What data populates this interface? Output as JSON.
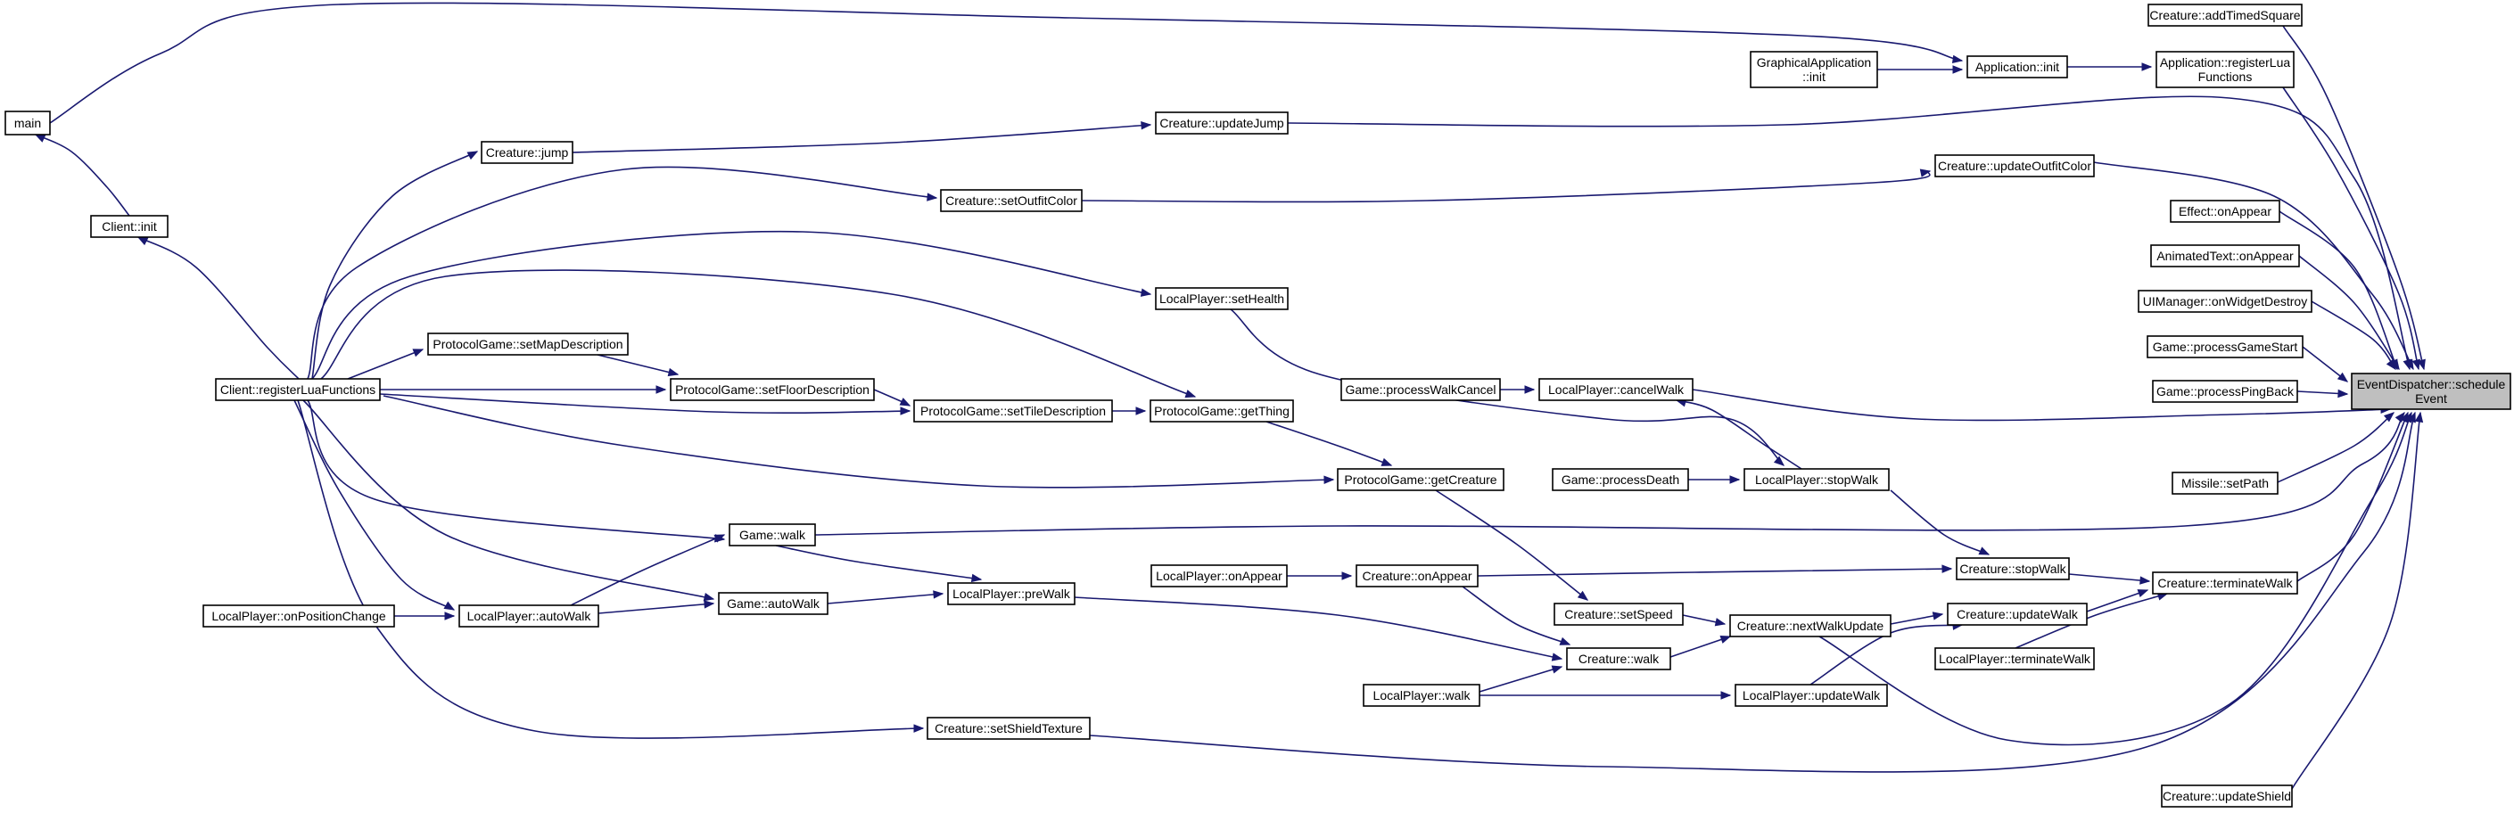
{
  "diagram": {
    "title": "",
    "edge_color": "#191970",
    "root_fill": "#bfbfbf",
    "node_fill": "#ffffff",
    "nodes": [
      {
        "id": "n0",
        "label": [
          "EventDispatcher::schedule",
          "Event"
        ],
        "root": true
      },
      {
        "id": "n1",
        "label": [
          "Creature::addTimedSquare"
        ]
      },
      {
        "id": "n2",
        "label": [
          "Application::registerLua",
          "Functions"
        ]
      },
      {
        "id": "n3",
        "label": [
          "Application::init"
        ]
      },
      {
        "id": "n4",
        "label": [
          "GraphicalApplication",
          "::init"
        ]
      },
      {
        "id": "n5",
        "label": [
          "main"
        ]
      },
      {
        "id": "n6",
        "label": [
          "Client::init"
        ]
      },
      {
        "id": "n7",
        "label": [
          "Client::registerLuaFunctions"
        ]
      },
      {
        "id": "n8",
        "label": [
          "Creature::updateJump"
        ]
      },
      {
        "id": "n9",
        "label": [
          "Creature::jump"
        ]
      },
      {
        "id": "n10",
        "label": [
          "Creature::updateOutfitColor"
        ]
      },
      {
        "id": "n11",
        "label": [
          "Creature::setOutfitColor"
        ]
      },
      {
        "id": "n12",
        "label": [
          "Effect::onAppear"
        ]
      },
      {
        "id": "n13",
        "label": [
          "AnimatedText::onAppear"
        ]
      },
      {
        "id": "n14",
        "label": [
          "UIManager::onWidgetDestroy"
        ]
      },
      {
        "id": "n15",
        "label": [
          "Game::processGameStart"
        ]
      },
      {
        "id": "n16",
        "label": [
          "Game::processPingBack"
        ]
      },
      {
        "id": "n17",
        "label": [
          "LocalPlayer::cancelWalk"
        ]
      },
      {
        "id": "n18",
        "label": [
          "Game::processWalkCancel"
        ]
      },
      {
        "id": "n19",
        "label": [
          "LocalPlayer::stopWalk"
        ]
      },
      {
        "id": "n20",
        "label": [
          "Game::processDeath"
        ]
      },
      {
        "id": "n21",
        "label": [
          "LocalPlayer::setHealth"
        ]
      },
      {
        "id": "n22",
        "label": [
          "ProtocolGame::getCreature"
        ]
      },
      {
        "id": "n23",
        "label": [
          "ProtocolGame::getThing"
        ]
      },
      {
        "id": "n24",
        "label": [
          "ProtocolGame::setTileDescription"
        ]
      },
      {
        "id": "n25",
        "label": [
          "ProtocolGame::setFloorDescription"
        ]
      },
      {
        "id": "n26",
        "label": [
          "ProtocolGame::setMapDescription"
        ]
      },
      {
        "id": "n27",
        "label": [
          "Missile::setPath"
        ]
      },
      {
        "id": "n28",
        "label": [
          "Game::walk"
        ]
      },
      {
        "id": "n29",
        "label": [
          "Creature::terminateWalk"
        ]
      },
      {
        "id": "n30",
        "label": [
          "Creature::stopWalk"
        ]
      },
      {
        "id": "n31",
        "label": [
          "Creature::onAppear"
        ]
      },
      {
        "id": "n32",
        "label": [
          "LocalPlayer::onAppear"
        ]
      },
      {
        "id": "n33",
        "label": [
          "Creature::updateWalk"
        ]
      },
      {
        "id": "n34",
        "label": [
          "Creature::nextWalkUpdate"
        ]
      },
      {
        "id": "n35",
        "label": [
          "Creature::setSpeed"
        ]
      },
      {
        "id": "n36",
        "label": [
          "Creature::walk"
        ]
      },
      {
        "id": "n37",
        "label": [
          "LocalPlayer::preWalk"
        ]
      },
      {
        "id": "n38",
        "label": [
          "Game::autoWalk"
        ]
      },
      {
        "id": "n39",
        "label": [
          "LocalPlayer::autoWalk"
        ]
      },
      {
        "id": "n40",
        "label": [
          "LocalPlayer::onPositionChange"
        ]
      },
      {
        "id": "n41",
        "label": [
          "LocalPlayer::walk"
        ]
      },
      {
        "id": "n42",
        "label": [
          "LocalPlayer::updateWalk"
        ]
      },
      {
        "id": "n43",
        "label": [
          "LocalPlayer::terminateWalk"
        ]
      },
      {
        "id": "n44",
        "label": [
          "Creature::setShieldTexture"
        ]
      },
      {
        "id": "n45",
        "label": [
          "Creature::updateShield"
        ]
      }
    ]
  }
}
